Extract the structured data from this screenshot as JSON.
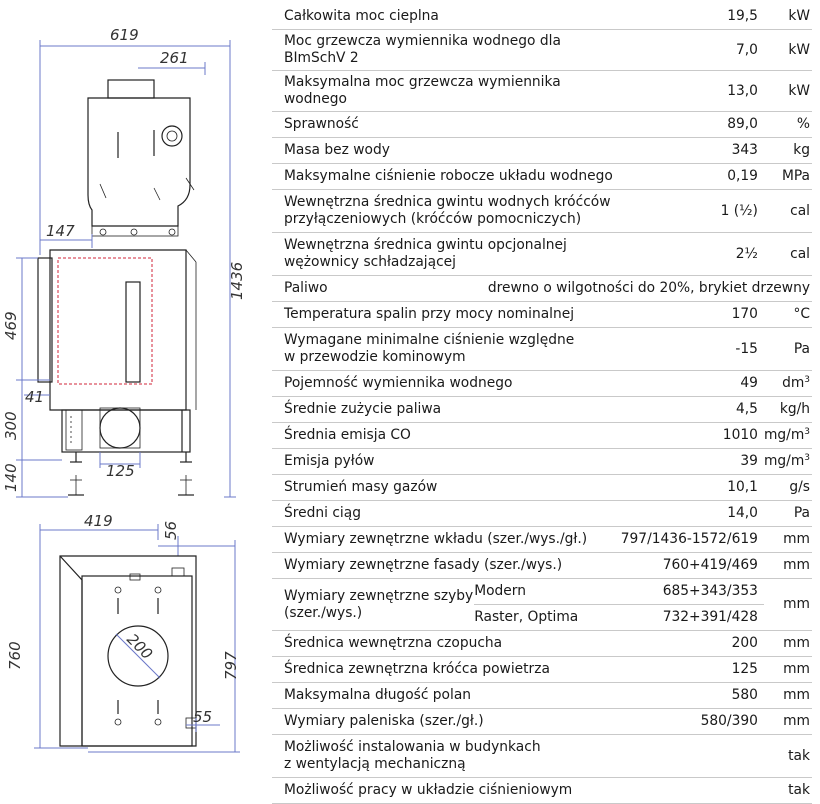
{
  "drawing": {
    "dims": {
      "d619": "619",
      "d261": "261",
      "d147": "147",
      "d1436": "1436",
      "d469": "469",
      "d41": "41",
      "d300": "300",
      "d140": "140",
      "d125": "125",
      "d419": "419",
      "d56": "56",
      "d760": "760",
      "d797": "797",
      "d200": "200",
      "d55": "55"
    }
  },
  "specs": {
    "r0": {
      "label": "Całkowita moc cieplna",
      "value": "19,5",
      "unit": "kW"
    },
    "r1": {
      "label": "Moc grzewcza wymiennika wodnego dla BImSchV 2",
      "value": "7,0",
      "unit": "kW"
    },
    "r2": {
      "label": "Maksymalna moc grzewcza wymiennika wodnego",
      "value": "13,0",
      "unit": "kW"
    },
    "r3": {
      "label": "Sprawność",
      "value": "89,0",
      "unit": "%"
    },
    "r4": {
      "label": "Masa bez wody",
      "value": "343",
      "unit": "kg"
    },
    "r5": {
      "label": "Maksymalne ciśnienie robocze układu wodnego",
      "value": "0,19",
      "unit": "MPa"
    },
    "r6": {
      "label1": "Wewnętrzna średnica gwintu wodnych króćców",
      "label2": "przyłączeniowych (króćców pomocniczych)",
      "value": "1 (½)",
      "unit": "cal"
    },
    "r7": {
      "label1": "Wewnętrzna średnica gwintu opcjonalnej",
      "label2": "wężownicy schładzającej",
      "value": "2½",
      "unit": "cal"
    },
    "r8": {
      "label": "Paliwo",
      "value": "drewno o wilgotności do 20%, brykiet drzewny"
    },
    "r9": {
      "label": "Temperatura spalin przy mocy nominalnej",
      "value": "170",
      "unit": "°C"
    },
    "r10": {
      "label1": "Wymagane minimalne ciśnienie względne",
      "label2": "w przewodzie kominowym",
      "value": "-15",
      "unit": "Pa"
    },
    "r11": {
      "label": "Pojemność wymiennika wodnego",
      "value": "49",
      "unit": "dm",
      "unit_sup": "3"
    },
    "r12": {
      "label": "Średnie zużycie paliwa",
      "value": "4,5",
      "unit": "kg/h"
    },
    "r13": {
      "label": "Średnia emisja CO",
      "value": "1010",
      "unit": "mg/m",
      "unit_sup": "3"
    },
    "r14": {
      "label": "Emisja pyłów",
      "value": "39",
      "unit": "mg/m",
      "unit_sup": "3"
    },
    "r15": {
      "label": "Strumień masy gazów",
      "value": "10,1",
      "unit": "g/s"
    },
    "r16": {
      "label": "Średni ciąg",
      "value": "14,0",
      "unit": "Pa"
    },
    "r17": {
      "label": "Wymiary zewnętrzne wkładu (szer./wys./gł.)",
      "value": "797/1436-1572/619",
      "unit": "mm"
    },
    "r18": {
      "label": "Wymiary zewnętrzne fasady (szer./wys.)",
      "value": "760+419/469",
      "unit": "mm"
    },
    "r19": {
      "label1": "Wymiary zewnętrzne szyby",
      "label2": "(szer./wys.)",
      "sub1": "Modern",
      "val1": "685+343/353",
      "sub2": "Raster, Optima",
      "val2": "732+391/428",
      "unit": "mm"
    },
    "r20": {
      "label": "Średnica wewnętrzna czopucha",
      "value": "200",
      "unit": "mm"
    },
    "r21": {
      "label": "Średnica zewnętrzna króćca powietrza",
      "value": "125",
      "unit": "mm"
    },
    "r22": {
      "label": "Maksymalna długość polan",
      "value": "580",
      "unit": "mm"
    },
    "r23": {
      "label": "Wymiary paleniska (szer./gł.)",
      "value": "580/390",
      "unit": "mm"
    },
    "r24": {
      "label1": "Możliwość instalowania w budynkach",
      "label2": "z wentylacją mechaniczną",
      "unit": "tak"
    },
    "r25": {
      "label": "Możliwość pracy w układzie ciśnieniowym",
      "unit": "tak"
    }
  }
}
